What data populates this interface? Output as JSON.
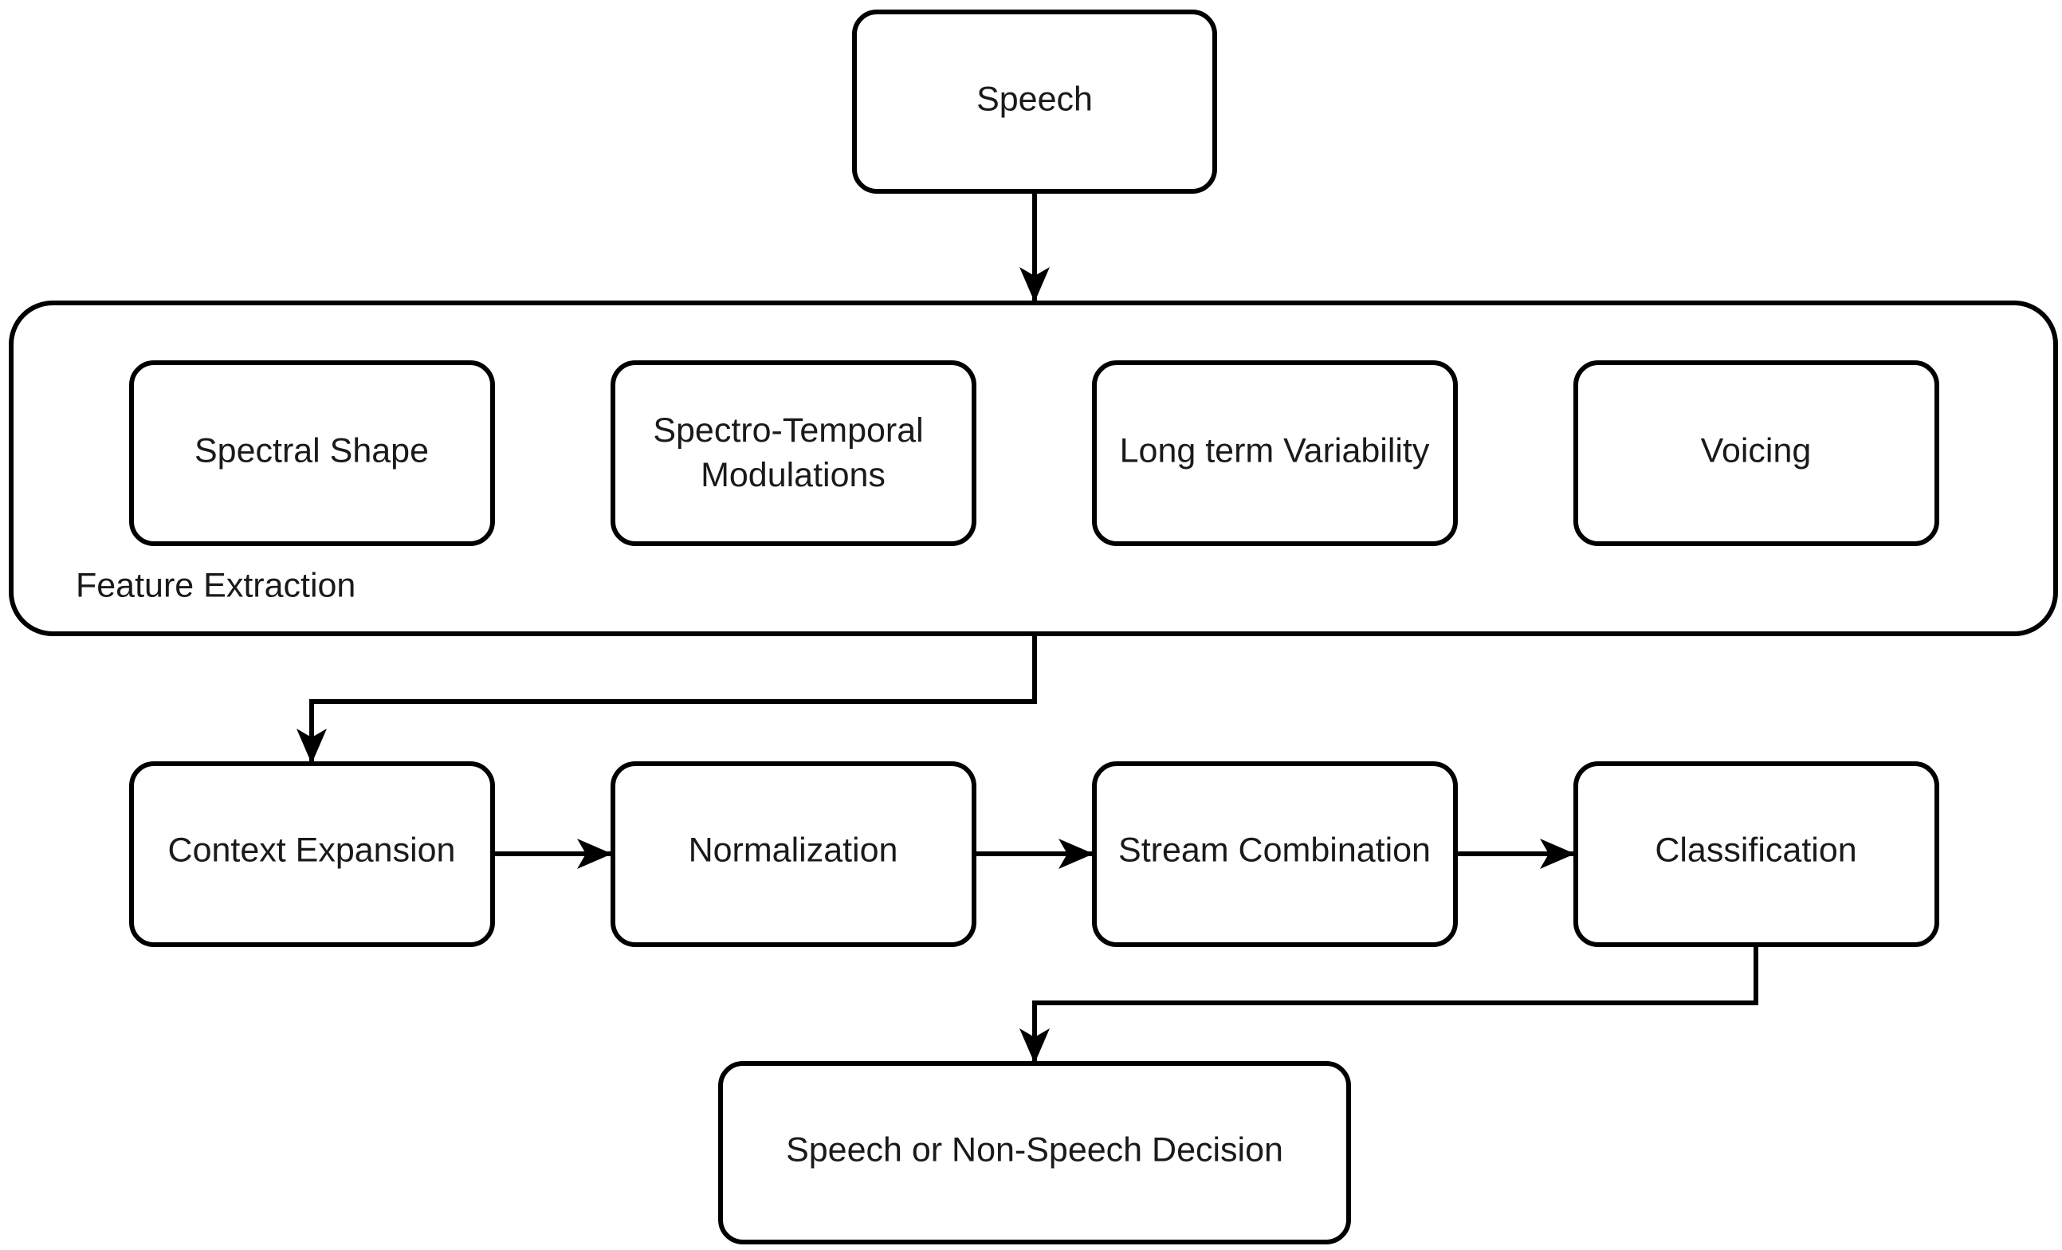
{
  "diagram": {
    "input": "Speech",
    "group": {
      "title": "Feature Extraction",
      "features": [
        "Spectral Shape",
        "Spectro-Temporal Modulations",
        "Long term Variability",
        "Voicing"
      ]
    },
    "pipeline": [
      "Context Expansion",
      "Normalization",
      "Stream Combination",
      "Classification"
    ],
    "output": "Speech or Non-Speech Decision",
    "colors": {
      "stroke": "#000000",
      "fill": "#ffffff",
      "text": "#1a1a1a"
    }
  }
}
